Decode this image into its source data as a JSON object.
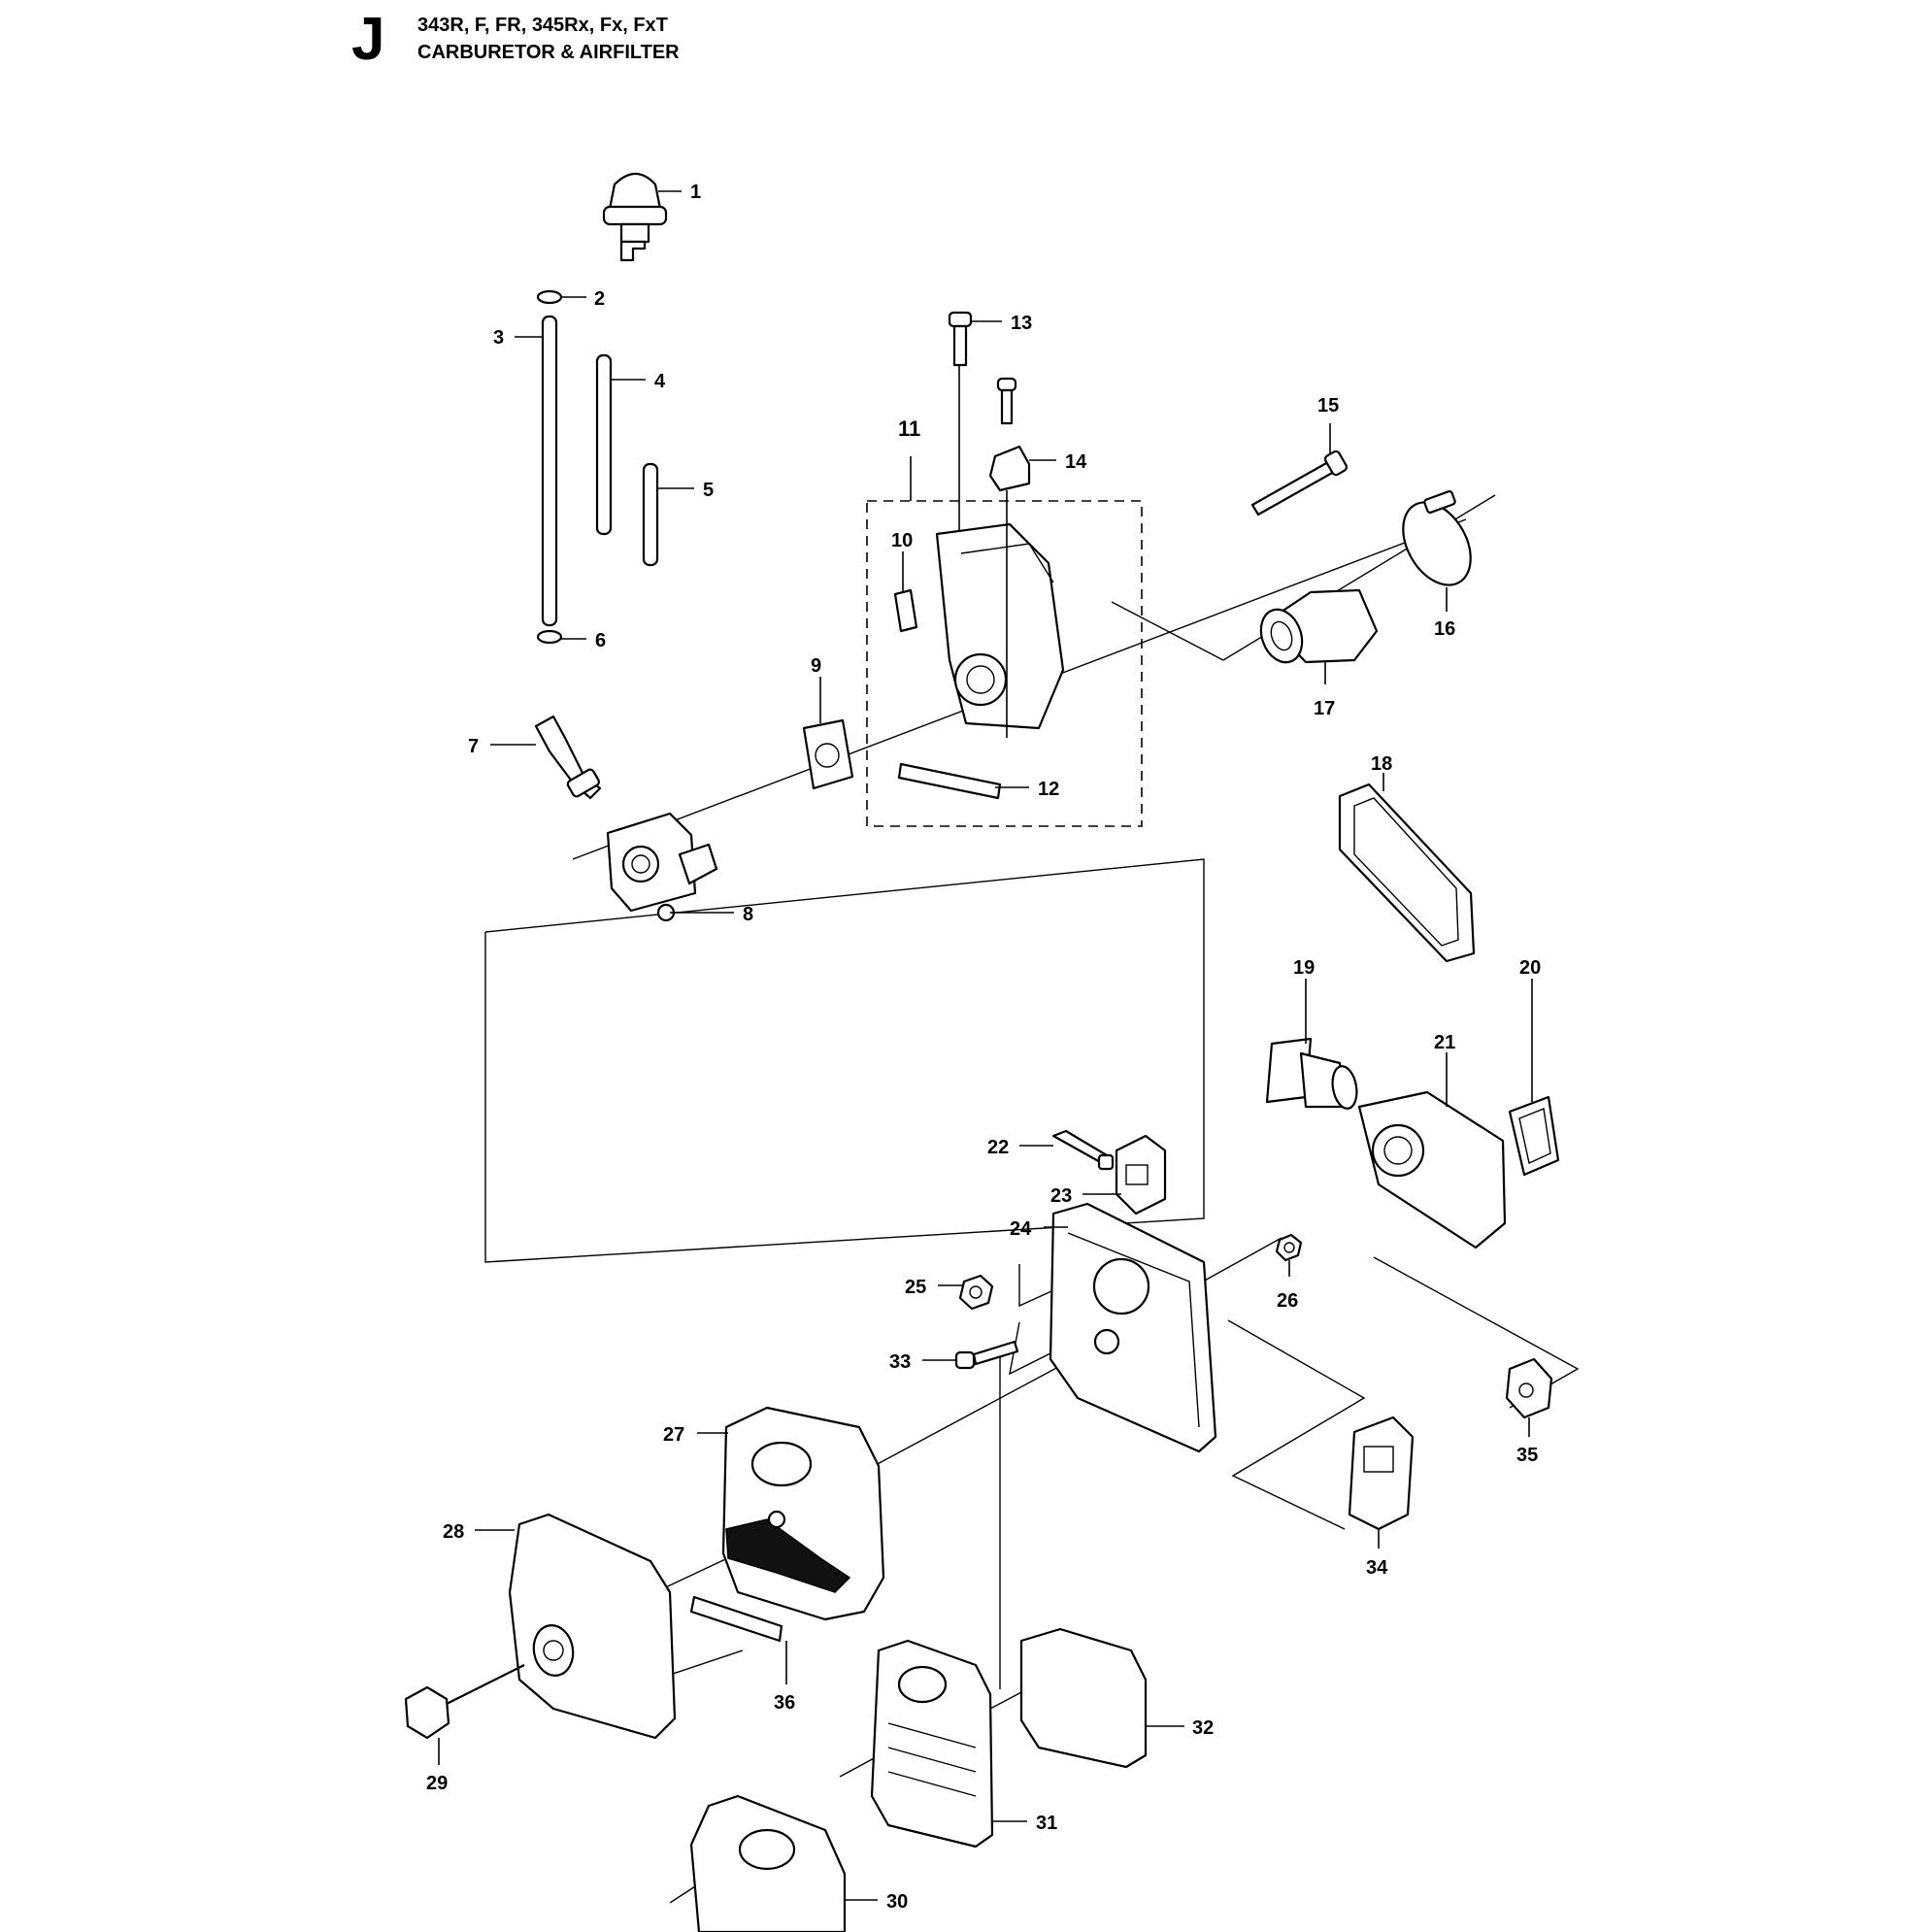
{
  "header": {
    "section_letter": "J",
    "models": "343R, F, FR, 345Rx, Fx, FxT",
    "title": "CARBURETOR & AIRFILTER"
  },
  "callouts": [
    "1",
    "2",
    "3",
    "4",
    "5",
    "6",
    "7",
    "8",
    "9",
    "10",
    "11",
    "12",
    "13",
    "14",
    "15",
    "16",
    "17",
    "18",
    "19",
    "20",
    "21",
    "22",
    "23",
    "24",
    "25",
    "26",
    "27",
    "28",
    "29",
    "30",
    "31",
    "32",
    "33",
    "34",
    "35",
    "36"
  ]
}
